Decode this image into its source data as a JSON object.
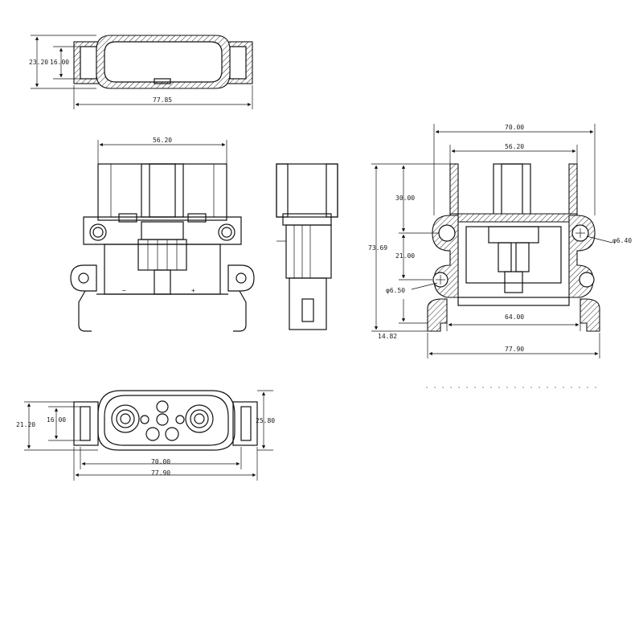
{
  "views": {
    "top": {
      "width": "77.85",
      "height_outer": "23.20",
      "height_inner": "16.00"
    },
    "front": {
      "width": "56.20",
      "polarity_minus": "−",
      "polarity_plus": "+"
    },
    "section": {
      "width_outer": "70.00",
      "width_inner": "56.20",
      "height_upper": "30.00",
      "height_total": "73.69",
      "height_mid": "21.00",
      "height_foot": "14.82",
      "hole_upper": "φ6.40",
      "hole_lower": "φ6.50",
      "base_inner": "64.00",
      "base_outer": "77.90"
    },
    "bottom": {
      "height_total": "21.20",
      "height_inner": "16.00",
      "height_side": "25.80",
      "width_inner": "70.00",
      "width_outer": "77.90"
    }
  }
}
